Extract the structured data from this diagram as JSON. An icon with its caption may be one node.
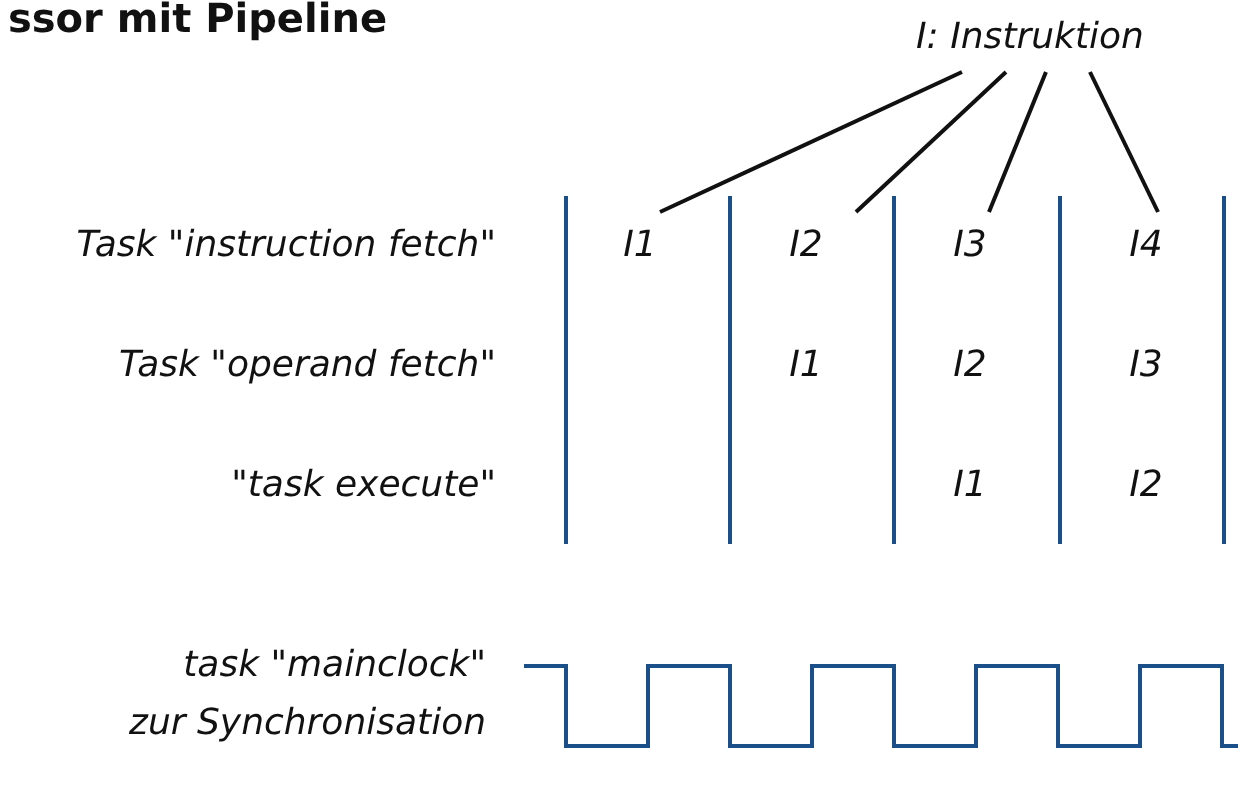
{
  "diagram": {
    "title": "ssor mit Pipeline",
    "nodes": [
      {
        "text": [
          "I: Instruktion"
        ]
      },
      {
        "text": [
          "I1"
        ]
      },
      {
        "text": [
          "I2"
        ]
      },
      {
        "text": [
          "I3"
        ]
      },
      {
        "text": [
          "I4"
        ]
      }
    ],
    "edges": [
      {
        "from": 0,
        "to": 1,
        "arrow": "none"
      },
      {
        "from": 0,
        "to": 2,
        "arrow": "none"
      },
      {
        "from": 0,
        "to": 3,
        "arrow": "none"
      },
      {
        "from": 0,
        "to": 4,
        "arrow": "none"
      }
    ],
    "labels": [
      "Task \"instruction fetch\"",
      "Task \"operand fetch\"",
      "I1",
      "I2",
      "I3",
      "\"task execute\"",
      "I1",
      "I2",
      "task \"mainclock\" zur Synchronisation"
    ]
  }
}
